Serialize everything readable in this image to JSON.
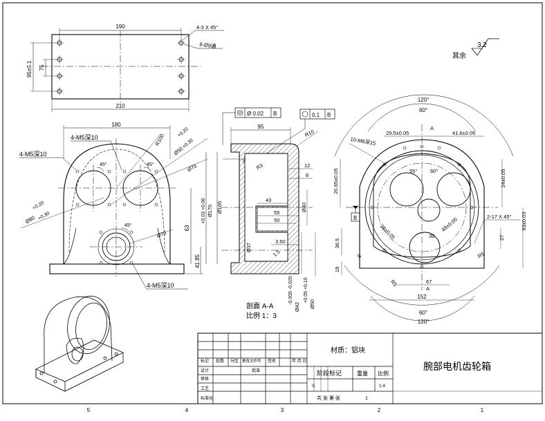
{
  "title_block": {
    "part_name": "腕部电机齿轮箱",
    "material": "材质：铝块",
    "stage_mark": "阶段标记",
    "weight": "重量",
    "scale_label": "比例",
    "scale_value": "1:4",
    "stage_value": "S",
    "sheets_total": "共 张 第 张",
    "sheet_no": "1",
    "row_headers": [
      "标记",
      "处数",
      "分区",
      "更改文件号",
      "签名",
      "年 月 日"
    ],
    "roles": [
      "设计",
      "审核",
      "工艺",
      "标准化"
    ],
    "approve": "批准"
  },
  "section": {
    "label": "剖面 A-A",
    "scale": "比例 1：3"
  },
  "surface_finish": {
    "others": "其余",
    "roughness": "3.2"
  },
  "zone_numbers": [
    "5",
    "4",
    "3",
    "2",
    "1"
  ],
  "tolerance_frames": [
    {
      "symbol": "◎",
      "value": "Ø 0.02",
      "datum": "B"
    },
    {
      "symbol": "○",
      "value": "0.1",
      "datum": "B"
    }
  ],
  "datum_label": "B",
  "dims": {
    "top_190": "190",
    "top_210": "210",
    "top_chamfer": "4-3 X 45°",
    "top_holes": "8-Ø9通",
    "top_95": "95±0.1",
    "top_75": "75",
    "front_180": "180",
    "front_m5_a": "4-M5深10",
    "front_m5_b": "4-M5深10",
    "front_m5_c": "4-M5深10",
    "front_r100": "R100",
    "front_d50": "Ø50",
    "front_d50_tol_up": "+0.20",
    "front_d50_tol_low": "+0.30",
    "front_d50_tol_val": "+0.30",
    "front_d70": "Ø70",
    "front_d70b": "Ø70",
    "front_d80": "Ø80",
    "front_d80_tol_up": "+0.20",
    "front_d80_tol_low": "+0.30",
    "front_45a": "45°",
    "front_45b": "45°",
    "front_45c": "45°",
    "front_63": "63",
    "front_4185": "41.85",
    "front_d170": "Ø170",
    "front_d170_tol": "+0.03 +0.06",
    "front_d165": "Ø165",
    "sec_95": "95",
    "sec_r10": "R10",
    "sec_7": "7",
    "sec_r3": "R3",
    "sec_12": "12",
    "sec_8": "8",
    "sec_43": "43",
    "sec_55": "55",
    "sec_50": "50",
    "sec_d40": "Ø40",
    "sec_d37": "Ø37",
    "sec_350": "3.50",
    "sec_15": "1.5",
    "sec_d42": "Ø42",
    "sec_d42_tol": "-0.005 -0.020",
    "sec_d50": "Ø50",
    "sec_d50_tol": "+0.05 +0.10",
    "right_120a": "120°",
    "right_60a": "60°",
    "right_295": "29.5±0.05",
    "right_416": "41.6±0.05",
    "right_holes": "10-M6深15",
    "right_2065": "20.65±0.05",
    "right_24": "24±0.05",
    "right_55": "55°",
    "right_60b": "60°",
    "right_38": "38±0.05",
    "right_48": "48±0.05",
    "right_chamfer": "2-17 X 45°",
    "right_63": "63±0.03",
    "right_365": "36.5",
    "right_18": "18",
    "right_39": "39",
    "right_27": "27",
    "right_r5a": "R5",
    "right_r5b": "R5",
    "right_67": "67",
    "right_152": "152",
    "right_60c": "60°",
    "right_120b": "120°",
    "right_8": "8",
    "right_a": "A",
    "right_a2": "A"
  }
}
